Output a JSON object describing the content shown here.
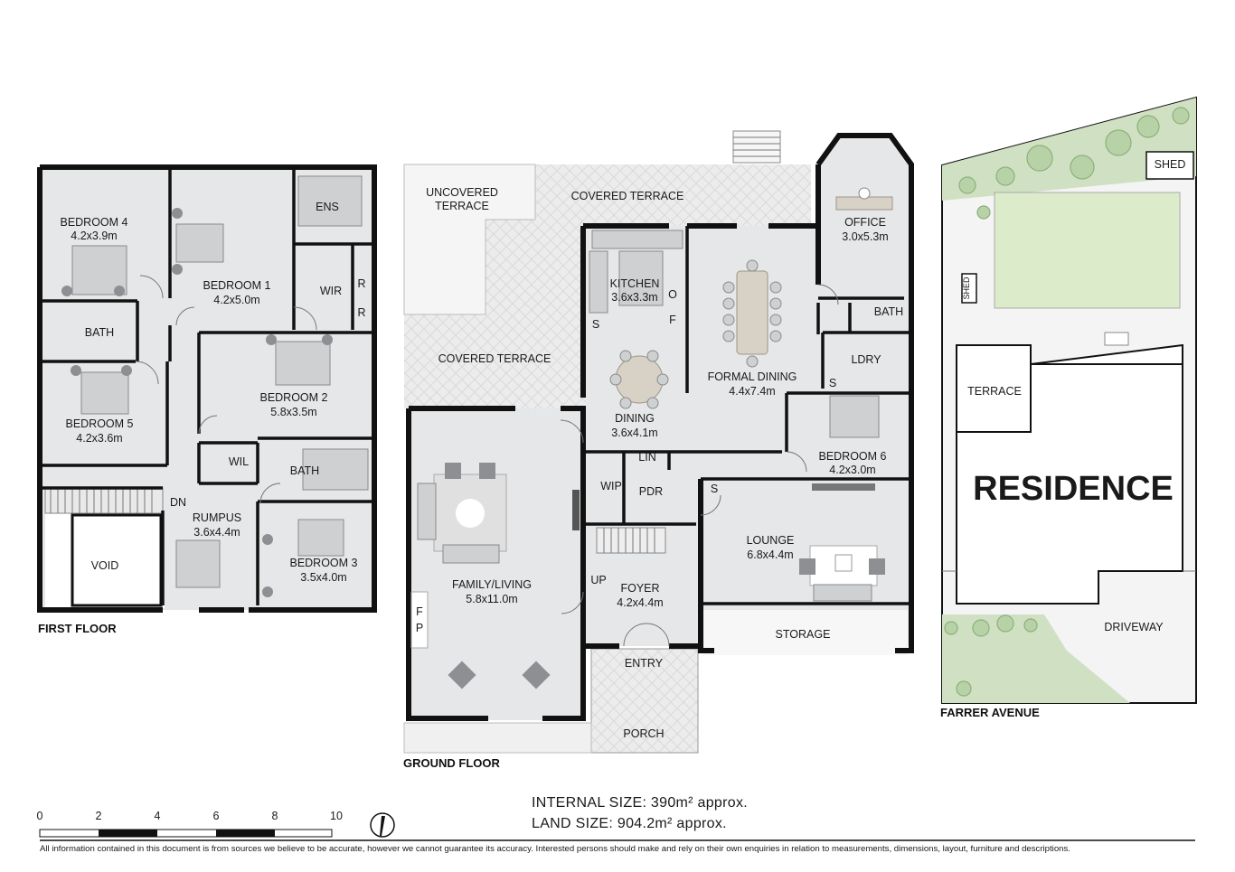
{
  "floors": {
    "first_floor": {
      "title": "FIRST FLOOR",
      "rooms": {
        "bedroom4": {
          "name": "BEDROOM 4",
          "size": "4.2x3.9m"
        },
        "bedroom1": {
          "name": "BEDROOM 1",
          "size": "4.2x5.0m"
        },
        "ens": {
          "name": "ENS"
        },
        "wir": {
          "name": "WIR"
        },
        "robe1": {
          "name": "R"
        },
        "robe2": {
          "name": "R"
        },
        "bath1": {
          "name": "BATH"
        },
        "bedroom2": {
          "name": "BEDROOM 2",
          "size": "5.8x3.5m"
        },
        "bedroom5": {
          "name": "BEDROOM 5",
          "size": "4.2x3.6m"
        },
        "wil": {
          "name": "WIL"
        },
        "bath2": {
          "name": "BATH"
        },
        "rumpus": {
          "name": "RUMPUS",
          "size": "3.6x4.4m"
        },
        "dn": {
          "name": "DN"
        },
        "bedroom3": {
          "name": "BEDROOM 3",
          "size": "3.5x4.0m"
        },
        "void": {
          "name": "VOID"
        }
      }
    },
    "ground_floor": {
      "title": "GROUND FLOOR",
      "rooms": {
        "uncovered_terrace_1": {
          "name": "UNCOVERED"
        },
        "uncovered_terrace_2": {
          "name": "TERRACE"
        },
        "covered_terrace_top": {
          "name": "COVERED TERRACE"
        },
        "covered_terrace_left": {
          "name": "COVERED TERRACE"
        },
        "office": {
          "name": "OFFICE",
          "size": "3.0x5.3m"
        },
        "kitchen": {
          "name": "KITCHEN",
          "size": "3.6x3.3m"
        },
        "kitchen_o": {
          "name": "O"
        },
        "kitchen_f": {
          "name": "F"
        },
        "kitchen_s": {
          "name": "S"
        },
        "formal_dining": {
          "name": "FORMAL DINING",
          "size": "4.4x7.4m"
        },
        "bath": {
          "name": "BATH"
        },
        "ldry": {
          "name": "LDRY"
        },
        "ldry_s": {
          "name": "S"
        },
        "dining": {
          "name": "DINING",
          "size": "3.6x4.1m"
        },
        "bedroom6": {
          "name": "BEDROOM 6",
          "size": "4.2x3.0m"
        },
        "lin": {
          "name": "LIN"
        },
        "wip": {
          "name": "WIP"
        },
        "pdr": {
          "name": "PDR"
        },
        "lounge_s": {
          "name": "S"
        },
        "lounge": {
          "name": "LOUNGE",
          "size": "6.8x4.4m"
        },
        "family": {
          "name": "FAMILY/LIVING",
          "size": "5.8x11.0m"
        },
        "up": {
          "name": "UP"
        },
        "foyer": {
          "name": "FOYER",
          "size": "4.2x4.4m"
        },
        "fp_f": {
          "name": "F"
        },
        "fp_p": {
          "name": "P"
        },
        "storage": {
          "name": "STORAGE"
        },
        "entry": {
          "name": "ENTRY"
        },
        "porch": {
          "name": "PORCH"
        }
      }
    },
    "site": {
      "shed_top": "SHED",
      "shed_side": "SHED",
      "terrace": "TERRACE",
      "residence": "RESIDENCE",
      "driveway": "DRIVEWAY",
      "street": "FARRER AVENUE"
    }
  },
  "scale_bar": {
    "ticks": [
      "0",
      "2",
      "4",
      "6",
      "8",
      "10"
    ]
  },
  "sizes": {
    "internal": "INTERNAL SIZE: 390m² approx.",
    "land": "LAND SIZE: 904.2m² approx."
  },
  "disclaimer": "All information contained in this document is from sources we believe to be accurate, however we cannot guarantee its accuracy. Interested persons should make and rely on their own enquiries in relation to measurements, dimensions, layout, furniture and descriptions.",
  "colors": {
    "wall": "#111111",
    "room_fill": "#e6e7e8",
    "lawn": "#b8d2a8",
    "pool": "#dcebc9"
  }
}
